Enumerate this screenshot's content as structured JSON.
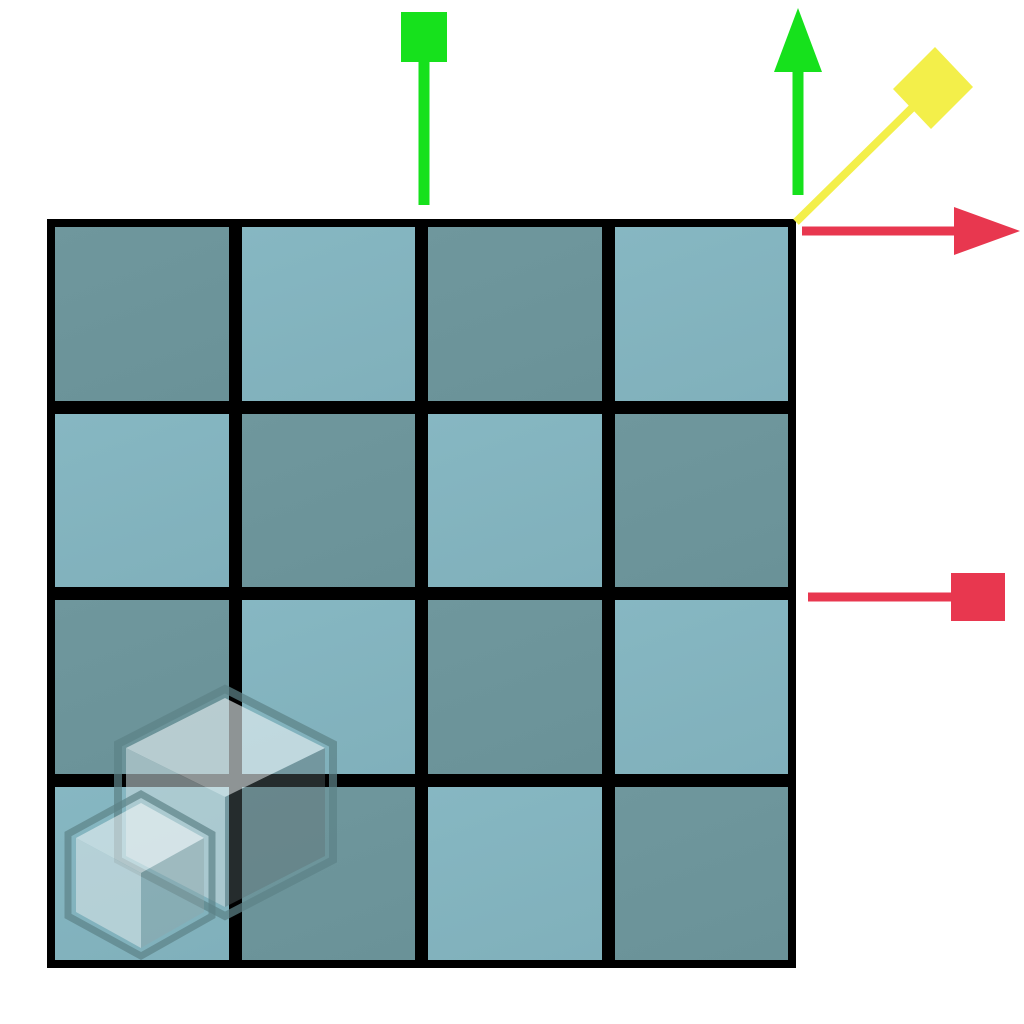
{
  "scene": {
    "board": {
      "rows": 4,
      "cols": 4,
      "pattern": [
        [
          "dark",
          "light",
          "dark",
          "light"
        ],
        [
          "light",
          "dark",
          "light",
          "dark"
        ],
        [
          "dark",
          "light",
          "dark",
          "light"
        ],
        [
          "light",
          "dark",
          "light",
          "dark"
        ]
      ],
      "colors": {
        "dark": "#6c949a",
        "light": "#84b4bf",
        "grid_lines": "#000000"
      }
    },
    "gizmo": {
      "translate_x_color": "#e8374f",
      "translate_y_color": "#16e11c",
      "translate_xy_plane_color": "#f3ef4a"
    },
    "icons": [
      "move-x-arrow-icon",
      "move-y-arrow-icon",
      "move-xy-plane-icon",
      "scale-x-handle-icon",
      "scale-y-handle-icon",
      "cube-asset-icon"
    ]
  }
}
